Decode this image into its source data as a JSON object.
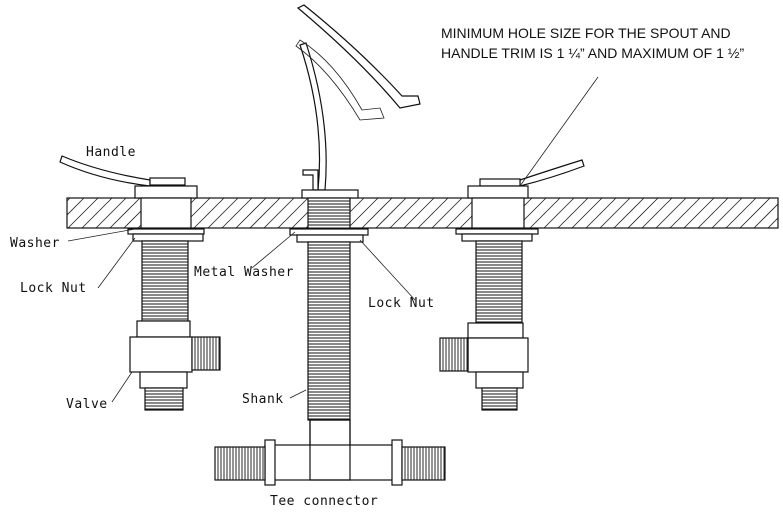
{
  "note": {
    "line1": "MINIMUM HOLE SIZE FOR THE SPOUT AND",
    "line2": "HANDLE TRIM IS  1 ¼” AND MAXIMUM OF 1 ½”"
  },
  "labels": {
    "handle": "Handle",
    "washer": "Washer",
    "lock_nut_left": "Lock Nut",
    "metal_washer": "Metal Washer",
    "lock_nut_center": "Lock Nut",
    "valve": "Valve",
    "shank": "Shank",
    "tee_connector": "Tee connector"
  }
}
